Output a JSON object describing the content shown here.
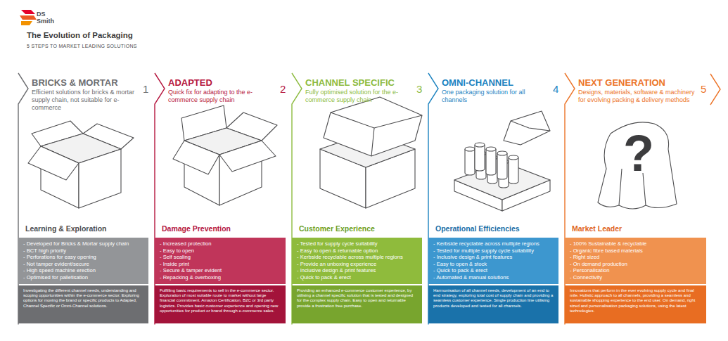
{
  "diagram": {
    "title": "The Evolution of Packaging",
    "nodes": [
      {
        "text": [
          "BRICKS & MORTAR",
          "Efficient solutions for bricks & mortar supply chain, not suitable for e-commerce"
        ]
      },
      {
        "text": [
          "Learning & Exploration"
        ],
        "in": 0
      },
      {
        "text": [
          "- Developed for Bricks & Mortar supply chain",
          "- BCT high priority",
          "- Perforations for easy opening",
          "- Not tamper evident/secure",
          "- High speed machine erection",
          "- Optimised for palletisation"
        ],
        "in": 0
      },
      {
        "text": [
          "Investigating the different channel needs, understanding and scoping opportunities within the e-commerce sector. Exploring options for moving the brand or specific products to Adapted, Channel Specific or Omni-Channel solutions."
        ],
        "in": 0
      },
      {
        "text": [
          "ADAPTED",
          "Quick fix for adapting to the e-commerce supply chain"
        ]
      },
      {
        "text": [
          "Damage Prevention"
        ],
        "in": 4
      },
      {
        "text": [
          "- Increased protection",
          "- Easy to open",
          "- Self sealing",
          "- Inside print",
          "- Secure & tamper evident",
          "- Repacking & overboxing"
        ],
        "in": 4
      },
      {
        "text": [
          "Fulfilling basic requirements to sell in the e-commerce sector. Exploration of most suitable route to market without large financial commitment. Amazon Certification, B2C or 3rd party logistics. Provides basic customer experience and opening new opportunities for product or brand through e-commerce sales."
        ],
        "in": 4
      },
      {
        "text": [
          "CHANNEL SPECIFIC",
          "Fully optimised solution for the e-commerce supply chain"
        ]
      },
      {
        "text": [
          "Customer Experience"
        ],
        "in": 8
      },
      {
        "text": [
          "- Tested for supply cycle suitability",
          "- Easy to open & returnable option",
          "- Kerbside recyclable across multiple regions",
          "- Provide an unboxing experience",
          "- Inclusive design & print features",
          "- Quick to pack & erect"
        ],
        "in": 8
      },
      {
        "text": [
          "Providing an enhanced e-commerce customer experience, by utilising a channel specific solution that is tested and designed for the complex supply chain. Easy to open and returnable provide a frustration free purchase."
        ],
        "in": 8
      },
      {
        "text": [
          "OMNI-CHANNEL",
          "One packaging solution for all channels"
        ]
      },
      {
        "text": [
          "Operational Efficiencies"
        ],
        "in": 12
      },
      {
        "text": [
          "- Kerbside recyclable across multiple regions",
          "- Tested for multiple supply cycle suitability",
          "- Inclusive design & print features",
          "- Easy to open & stock",
          "- Quick to pack & erect",
          "- Automated & manual solutions"
        ],
        "in": 12
      },
      {
        "text": [
          "Harmonisation of all channel needs, development of an end to end strategy, exploring total cost of supply chain and providing a seamless customer experience. Single production line utilising products developed and tested for all channels."
        ],
        "in": 12
      },
      {
        "text": [
          "NEXT GENERATION",
          "Designs, materials, software & machinery for evolving packing & delivery methods"
        ]
      },
      {
        "text": [
          "Market Leader"
        ],
        "in": 16
      },
      {
        "text": [
          "- 100% Sustainable & recyclable",
          "- Organic fibre based materials",
          "- Right sized",
          "- On demand production",
          "- Personalisation",
          "- Connectivity"
        ],
        "in": 16
      },
      {
        "text": [
          "Innovations that perform in the ever evolving supply cycle and final mile. Holistic approach to all channels, providing a seamless and sustainable shopping experience to the end user. On demand, right sized and personalisation packaging solutions, using the latest technologies."
        ],
        "in": 16
      }
    ],
    "labels": [
      "DS",
      "Smith",
      "5 STEPS TO MARKET LEADING SOLUTIONS",
      "1",
      "2",
      "3",
      "4",
      "5",
      "?"
    ]
  }
}
